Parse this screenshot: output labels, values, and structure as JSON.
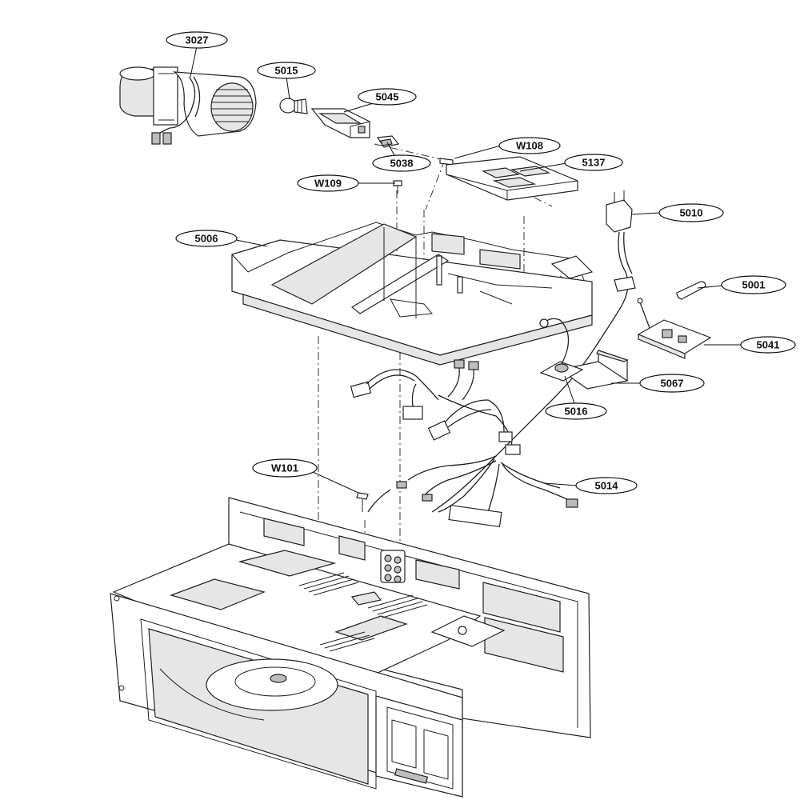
{
  "callouts": {
    "c3027": "3027",
    "c5015": "5015",
    "c5045": "5045",
    "cW108": "W108",
    "c5038": "5038",
    "c5137": "5137",
    "cW109": "W109",
    "c5010": "5010",
    "c5006": "5006",
    "c5001": "5001",
    "c5041": "5041",
    "c5067": "5067",
    "c5016": "5016",
    "cW101": "W101",
    "c5014": "5014"
  }
}
